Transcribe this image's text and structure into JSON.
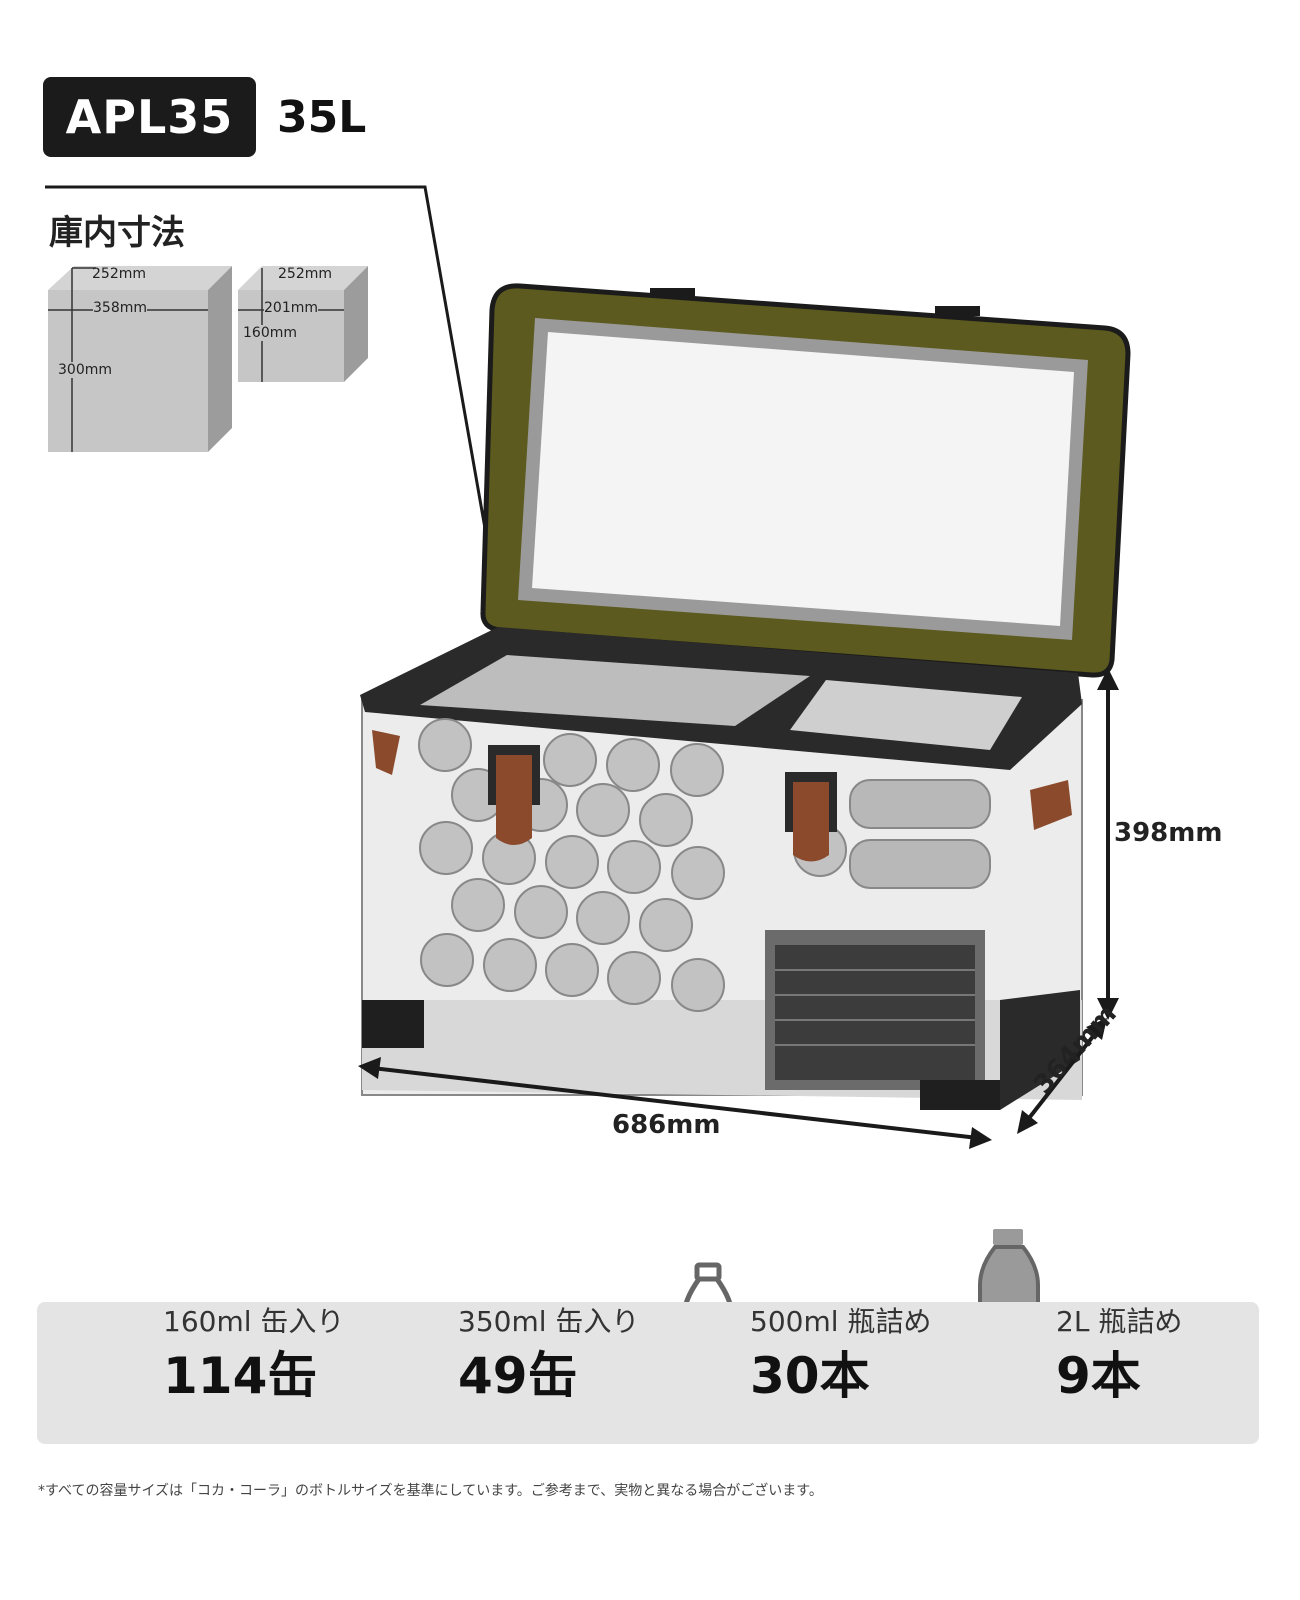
{
  "header": {
    "model": "APL35",
    "capacity": "35L"
  },
  "interior": {
    "title": "庫内寸法",
    "main_box": {
      "depth": "252mm",
      "width": "358mm",
      "height": "300mm"
    },
    "sub_box": {
      "depth": "252mm",
      "width": "201mm",
      "height": "160mm"
    }
  },
  "exterior": {
    "height": "398mm",
    "width": "686mm",
    "depth": "364mm"
  },
  "capacity_stats": [
    {
      "icon": "can-small-icon",
      "label": "160ml 缶入り",
      "value": "114缶"
    },
    {
      "icon": "can-large-icon",
      "label": "350ml 缶入り",
      "value": "49缶"
    },
    {
      "icon": "bottle-500-icon",
      "label": "500ml 瓶詰め",
      "value": "30本"
    },
    {
      "icon": "bottle-2l-icon",
      "label": "2L 瓶詰め",
      "value": "9本"
    }
  ],
  "footnote": "*すべての容量サイズは「コカ・コーラ」のボトルサイズを基準にしています。ご参考まで、実物と異なる場合がございます。",
  "colors": {
    "badge": "#1b1b1b",
    "lid_green": "#5c5a1e",
    "strap": "#8b4a2b",
    "panel": "#e4e4e4"
  }
}
